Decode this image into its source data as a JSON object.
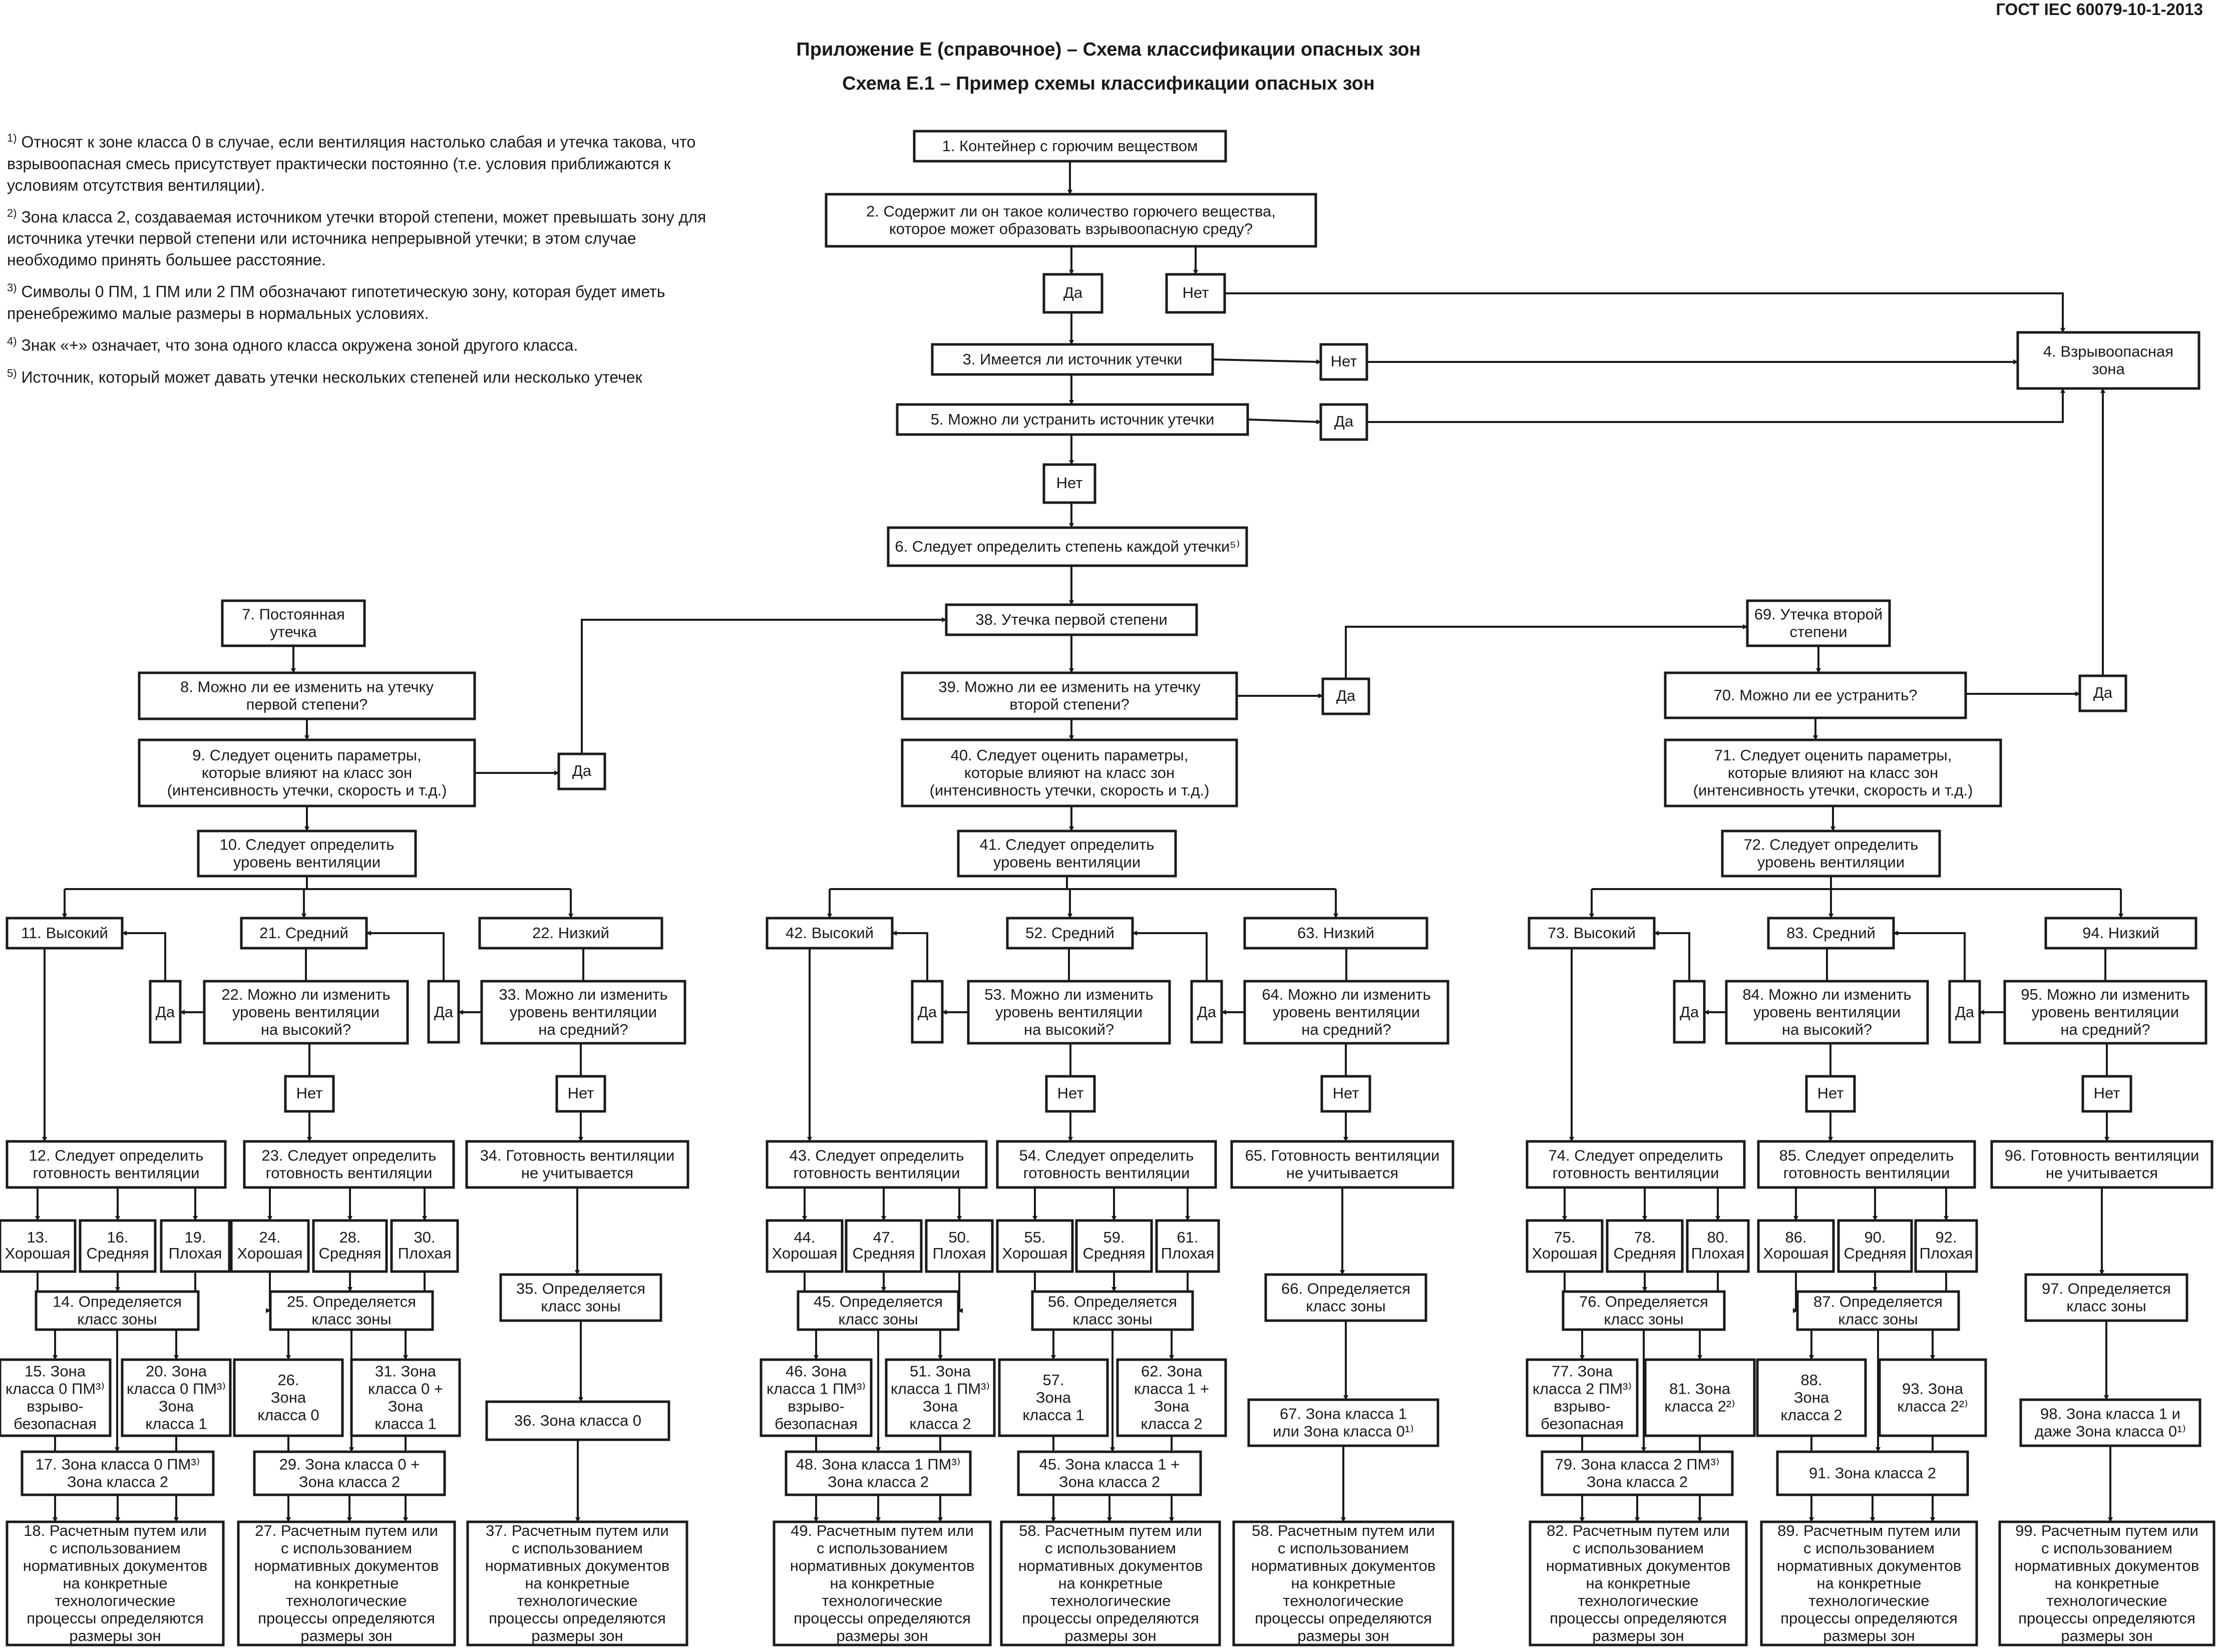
{
  "header": {
    "standard": "ГОСТ IEC 60079-10-1-2013",
    "title": "Приложение Е (справочное) – Схема классификации опасных зон",
    "subtitle": "Схема Е.1 – Пример схемы классификации опасных зон"
  },
  "notes": [
    {
      "num": "1)",
      "text": "Относят к зоне класса 0 в случае, если вентиляция настолько слабая и утечка такова, что взрывоопасная смесь присутствует практически постоянно (т.е. условия приближаются к условиям отсутствия вентиляции)."
    },
    {
      "num": "2)",
      "text": "Зона класса 2, создаваемая источником утечки второй степени, может превышать зону для источника утечки первой степени или источника непрерывной утечки; в этом случае необходимо принять большее расстояние."
    },
    {
      "num": "3)",
      "text": "Символы 0 ПМ, 1 ПМ или 2 ПМ обозначают гипотетическую зону, которая будет иметь пренебрежимо малые размеры в нормальных условиях."
    },
    {
      "num": "4)",
      "text": "Знак «+» означает, что зона одного класса окружена зоной другого класса."
    },
    {
      "num": "5)",
      "text": "Источник, который может давать утечки нескольких степеней или несколько утечек"
    }
  ],
  "nodes": {
    "n1": [
      "1. Контейнер с горючим веществом"
    ],
    "n2": [
      "2. Содержит ли он такое количество горючего вещества,",
      "которое может образовать взрывоопасную среду?"
    ],
    "da2": [
      "Да"
    ],
    "net2": [
      "Нет"
    ],
    "n3": [
      "3. Имеется ли источник утечки"
    ],
    "net3": [
      "Нет"
    ],
    "n4": [
      "4. Взрывоопасная",
      "зона"
    ],
    "n5": [
      "5. Можно ли устранить источник утечки"
    ],
    "da5": [
      "Да"
    ],
    "net5": [
      "Нет"
    ],
    "n6": [
      "6. Следует определить степень каждой утечки⁵⁾"
    ],
    "n7": [
      "7. Постоянная",
      "утечка"
    ],
    "n38": [
      "38. Утечка первой степени"
    ],
    "n69": [
      "69. Утечка второй",
      "степени"
    ],
    "n8": [
      "8. Можно ли ее изменить на утечку",
      "первой степени?"
    ],
    "n39": [
      "39. Можно ли ее изменить на утечку",
      "второй степени?"
    ],
    "da39": [
      "Да"
    ],
    "n70": [
      "70. Можно ли ее устранить?"
    ],
    "da70": [
      "Да"
    ],
    "n9": [
      "9. Следует оценить параметры,",
      "которые влияют на класс зон",
      "(интенсивность утечки, скорость и т.д.)"
    ],
    "da9": [
      "Да"
    ],
    "n40": [
      "40. Следует оценить параметры,",
      "которые влияют на класс зон",
      "(интенсивность утечки, скорость и т.д.)"
    ],
    "n71": [
      "71. Следует оценить параметры,",
      "которые влияют на класс зон",
      "(интенсивность утечки, скорость и т.д.)"
    ],
    "n10": [
      "10. Следует определить",
      "уровень вентиляции"
    ],
    "n41": [
      "41. Следует определить",
      "уровень вентиляции"
    ],
    "n72": [
      "72. Следует определить",
      "уровень вентиляции"
    ],
    "n11": [
      "11. Высокий"
    ],
    "n21": [
      "21. Средний"
    ],
    "n22": [
      "22. Низкий"
    ],
    "n42": [
      "42. Высокий"
    ],
    "n52": [
      "52. Средний"
    ],
    "n63": [
      "63. Низкий"
    ],
    "n73": [
      "73. Высокий"
    ],
    "n83": [
      "83. Средний"
    ],
    "n94": [
      "94. Низкий"
    ],
    "n22q": [
      "22. Можно ли изменить",
      "уровень вентиляции",
      "на высокий?"
    ],
    "n33": [
      "33. Можно ли изменить",
      "уровень вентиляции",
      "на средний?"
    ],
    "n53": [
      "53. Можно ли изменить",
      "уровень вентиляции",
      "на высокий?"
    ],
    "n64": [
      "64. Можно ли изменить",
      "уровень вентиляции",
      "на средний?"
    ],
    "n84": [
      "84. Можно ли изменить",
      "уровень вентиляции",
      "на высокий?"
    ],
    "n95": [
      "95. Можно ли изменить",
      "уровень вентиляции",
      "на средний?"
    ],
    "da_l1": [
      "Да"
    ],
    "da_l2": [
      "Да"
    ],
    "da_m1": [
      "Да"
    ],
    "da_m2": [
      "Да"
    ],
    "da_r1": [
      "Да"
    ],
    "da_r2": [
      "Да"
    ],
    "net_l1": [
      "Нет"
    ],
    "net_l2": [
      "Нет"
    ],
    "net_m1": [
      "Нет"
    ],
    "net_m2": [
      "Нет"
    ],
    "net_r1": [
      "Нет"
    ],
    "net_r2": [
      "Нет"
    ],
    "n12": [
      "12. Следует определить",
      "готовность вентиляции"
    ],
    "n23": [
      "23. Следует определить",
      "готовность вентиляции"
    ],
    "n34": [
      "34. Готовность вентиляции",
      "не учитывается"
    ],
    "n43": [
      "43. Следует определить",
      "готовность вентиляции"
    ],
    "n54": [
      "54. Следует определить",
      "готовность вентиляции"
    ],
    "n65": [
      "65. Готовность вентиляции",
      "не учитывается"
    ],
    "n74": [
      "74. Следует определить",
      "готовность вентиляции"
    ],
    "n85": [
      "85. Следует определить",
      "готовность вентиляции"
    ],
    "n96": [
      "96. Готовность вентиляции",
      "не учитывается"
    ],
    "n13": [
      "13.",
      "Хорошая"
    ],
    "n16": [
      "16.",
      "Средняя"
    ],
    "n19": [
      "19.",
      "Плохая"
    ],
    "n24": [
      "24.",
      "Хорошая"
    ],
    "n28": [
      "28.",
      "Средняя"
    ],
    "n30": [
      "30.",
      "Плохая"
    ],
    "n44": [
      "44.",
      "Хорошая"
    ],
    "n47": [
      "47.",
      "Средняя"
    ],
    "n50": [
      "50.",
      "Плохая"
    ],
    "n55": [
      "55.",
      "Хорошая"
    ],
    "n59": [
      "59.",
      "Средняя"
    ],
    "n61": [
      "61.",
      "Плохая"
    ],
    "n75": [
      "75.",
      "Хорошая"
    ],
    "n78": [
      "78.",
      "Средняя"
    ],
    "n80": [
      "80.",
      "Плохая"
    ],
    "n86": [
      "86.",
      "Хорошая"
    ],
    "n90": [
      "90.",
      "Средняя"
    ],
    "n92": [
      "92.",
      "Плохая"
    ],
    "n14": [
      "14. Определяется",
      "класс зоны"
    ],
    "n25": [
      "25. Определяется",
      "класс зоны"
    ],
    "n35": [
      "35. Определяется",
      "класс зоны"
    ],
    "n45": [
      "45. Определяется",
      "класс зоны"
    ],
    "n56": [
      "56. Определяется",
      "класс зоны"
    ],
    "n66": [
      "66. Определяется",
      "класс зоны"
    ],
    "n76": [
      "76. Определяется",
      "класс зоны"
    ],
    "n87": [
      "87. Определяется",
      "класс зоны"
    ],
    "n97": [
      "97. Определяется",
      "класс зоны"
    ],
    "n15": [
      "15. Зона",
      "класса 0 ПМ³⁾",
      "взрыво-",
      "безопасная"
    ],
    "n20": [
      "20. Зона",
      "класса 0 ПМ³⁾",
      "Зона",
      "класса 1"
    ],
    "n26": [
      "26.",
      "Зона",
      "класса 0"
    ],
    "n31": [
      "31. Зона",
      "класса 0 +",
      "Зона",
      "класса 1"
    ],
    "n36": [
      "36. Зона класса 0"
    ],
    "n46": [
      "46. Зона",
      "класса 1 ПМ³⁾",
      "взрыво-",
      "безопасная"
    ],
    "n51": [
      "51. Зона",
      "класса 1 ПМ³⁾",
      "Зона",
      "класса 2"
    ],
    "n57": [
      "57.",
      "Зона",
      "класса 1"
    ],
    "n62": [
      "62. Зона",
      "класса 1 +",
      "Зона",
      "класса 2"
    ],
    "n67": [
      "67. Зона класса 1",
      "или Зона класса 0¹⁾"
    ],
    "n77": [
      "77. Зона",
      "класса 2 ПМ³⁾",
      "взрыво-",
      "безопасная"
    ],
    "n81": [
      "81. Зона",
      "класса 2²⁾"
    ],
    "n88": [
      "88.",
      "Зона",
      "класса 2"
    ],
    "n93": [
      "93. Зона",
      "класса 2²⁾"
    ],
    "n98": [
      "98. Зона класса 1 и",
      "даже Зона класса 0¹⁾"
    ],
    "n17": [
      "17. Зона класса 0 ПМ³⁾",
      "Зона класса 2"
    ],
    "n29": [
      "29. Зона класса 0 +",
      "Зона класса 2"
    ],
    "n48": [
      "48. Зона класса 1 ПМ³⁾",
      "Зона класса 2"
    ],
    "n45b": [
      "45. Зона класса 1 +",
      "Зона класса 2"
    ],
    "n79": [
      "79. Зона класса 2 ПМ³⁾",
      "Зона класса 2"
    ],
    "n91": [
      "91. Зона класса 2"
    ],
    "n18": [
      "18. Расчетным путем или",
      "с использованием",
      "нормативных документов",
      "на конкретные",
      "технологические",
      "процессы определяются",
      "размеры зон"
    ],
    "n27": [
      "27. Расчетным путем или",
      "с использованием",
      "нормативных документов",
      "на конкретные",
      "технологические",
      "процессы определяются",
      "размеры зон"
    ],
    "n37": [
      "37. Расчетным путем или",
      "с использованием",
      "нормативных документов",
      "на конкретные",
      "технологические",
      "процессы определяются",
      "размеры зон"
    ],
    "n49": [
      "49. Расчетным путем или",
      "с использованием",
      "нормативных документов",
      "на конкретные",
      "технологические",
      "процессы определяются",
      "размеры зон"
    ],
    "n58": [
      "58. Расчетным путем или",
      "с использованием",
      "нормативных документов",
      "на конкретные",
      "технологические",
      "процессы определяются",
      "размеры зон"
    ],
    "n58b": [
      "58. Расчетным путем или",
      "с использованием",
      "нормативных документов",
      "на конкретные",
      "технологические",
      "процессы определяются",
      "размеры зон"
    ],
    "n82": [
      "82. Расчетным путем или",
      "с использованием",
      "нормативных документов",
      "на конкретные",
      "технологические",
      "процессы определяются",
      "размеры зон"
    ],
    "n89": [
      "89. Расчетным путем или",
      "с использованием",
      "нормативных документов",
      "на конкретные",
      "технологические",
      "процессы определяются",
      "размеры зон"
    ],
    "n99": [
      "99. Расчетным путем или",
      "с использованием",
      "нормативных документов",
      "на конкретные",
      "технологические",
      "процессы определяются",
      "размеры зон"
    ]
  }
}
